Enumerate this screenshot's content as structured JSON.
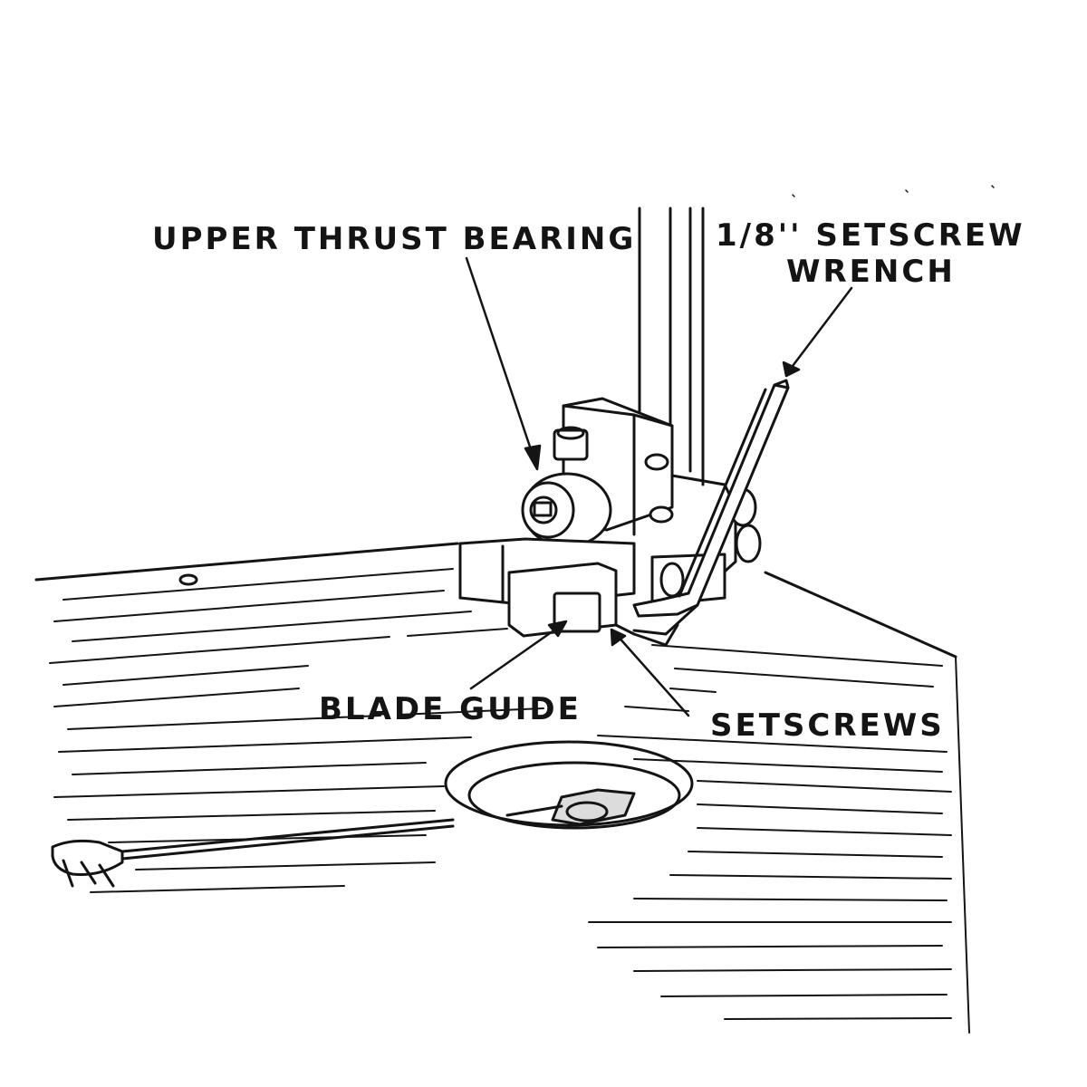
{
  "labels": {
    "upper_thrust_bearing": "UPPER THRUST BEARING",
    "setscrew_wrench_line1": "1/8'' SETSCREW",
    "setscrew_wrench_line2": "WRENCH",
    "blade_guide": "BLADE GUIDE",
    "setscrews": "SETSCREWS"
  },
  "colors": {
    "ink": "#141414",
    "paper": "#ffffff"
  }
}
